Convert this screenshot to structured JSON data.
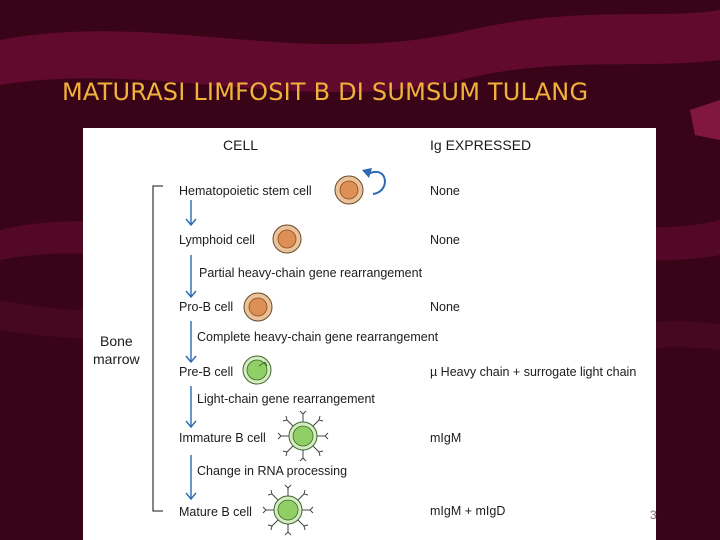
{
  "slide": {
    "title": "MATURASI LIMFOSIT B DI SUMSUM TULANG",
    "page_number": "3"
  },
  "diagram": {
    "headers": {
      "cell": "CELL",
      "ig": "Ig EXPRESSED"
    },
    "region_label": {
      "line1": "Bone",
      "line2": "marrow"
    },
    "cells": [
      {
        "name": "Hematopoietic stem  cell",
        "ig": "None",
        "color": "#eac39b"
      },
      {
        "name": "Lymphoid cell",
        "ig": "None",
        "color": "#eac39b"
      },
      {
        "name": "Pro-B cell",
        "ig": "None",
        "color": "#eac39b"
      },
      {
        "name": "Pre-B cell",
        "ig": "µ Heavy chain + surrogate light chain",
        "color": "#8fcf66"
      },
      {
        "name": "Immature B cell",
        "ig": "mIgM",
        "color": "#8fcf66"
      },
      {
        "name": "Mature B cell",
        "ig": "mIgM + mIgD",
        "color": "#8fcf66"
      }
    ],
    "steps": [
      "Partial heavy-chain gene rearrangement",
      "Complete heavy-chain gene rearrangement",
      "Light-chain gene rearrangement",
      "Change in RNA processing"
    ],
    "colors": {
      "nucleus_early": "#de8f55",
      "nucleus_late": "#57b545",
      "arrow": "#2b6ab3",
      "title": "#f0b23a",
      "background": "#3a0418",
      "ribbon": "#7a0f3a"
    }
  }
}
